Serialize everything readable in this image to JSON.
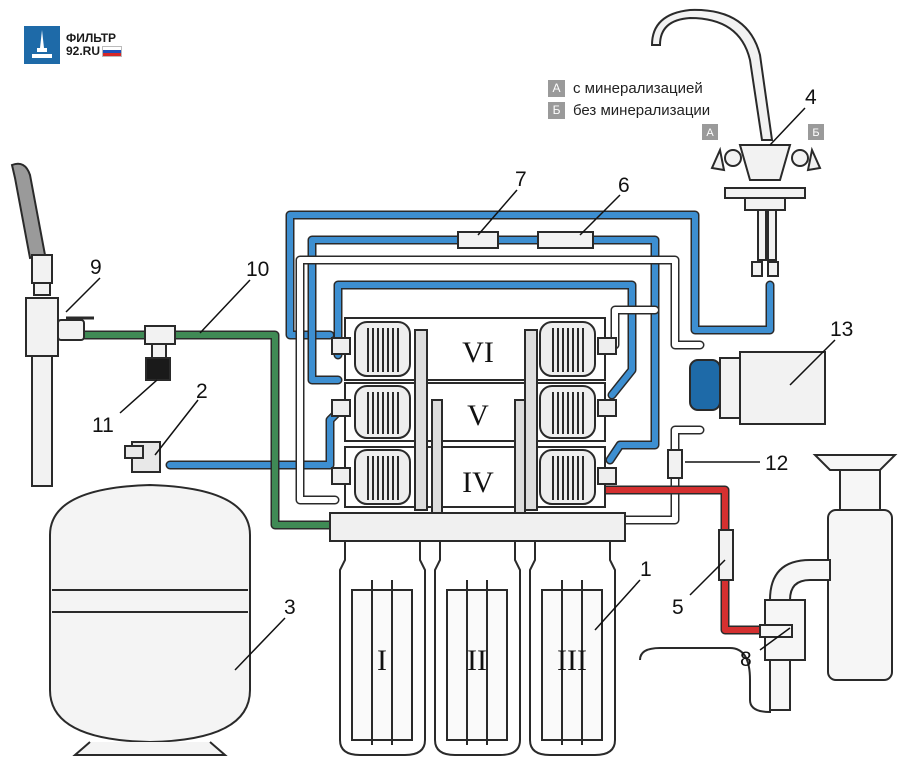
{
  "logo": {
    "line1": "ФИЛЬТР",
    "line2": "92.RU"
  },
  "legend": [
    {
      "key": "А",
      "text": "с минерализацией"
    },
    {
      "key": "Б",
      "text": "без минерализации"
    }
  ],
  "faucet_tags": {
    "left": "А",
    "right": "Б"
  },
  "stages": {
    "s1": "I",
    "s2": "II",
    "s3": "III",
    "s4": "IV",
    "s5": "V",
    "s6": "VI"
  },
  "callouts": {
    "c1": "1",
    "c2": "2",
    "c3": "3",
    "c4": "4",
    "c5": "5",
    "c6": "6",
    "c7": "7",
    "c8": "8",
    "c9": "9",
    "c10": "10",
    "c11": "11",
    "c12": "12",
    "c13": "13"
  },
  "colors": {
    "blue_line": "#3d8fd1",
    "green_line": "#3f8a55",
    "red_line": "#d43030",
    "outline": "#2a2a2a",
    "legend_key": "#9a9a9a",
    "logo_blue": "#1e6aa8"
  }
}
